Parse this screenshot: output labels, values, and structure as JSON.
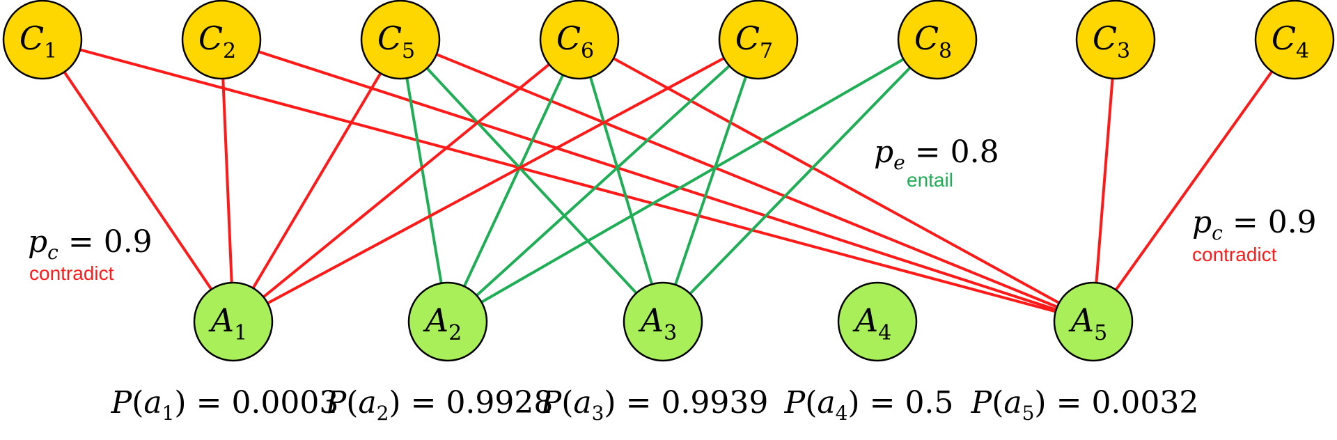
{
  "colors": {
    "claim_fill": "#ffd700",
    "answer_fill": "#a9ef5a",
    "contradict": "#ff1a1a",
    "entail": "#1fae55",
    "outline": "#000000"
  },
  "claims": [
    {
      "id": "C1",
      "letter": "C",
      "sub": "1"
    },
    {
      "id": "C2",
      "letter": "C",
      "sub": "2"
    },
    {
      "id": "C5",
      "letter": "C",
      "sub": "5"
    },
    {
      "id": "C6",
      "letter": "C",
      "sub": "6"
    },
    {
      "id": "C7",
      "letter": "C",
      "sub": "7"
    },
    {
      "id": "C8",
      "letter": "C",
      "sub": "8"
    },
    {
      "id": "C3",
      "letter": "C",
      "sub": "3"
    },
    {
      "id": "C4",
      "letter": "C",
      "sub": "4"
    }
  ],
  "answers": [
    {
      "id": "A1",
      "letter": "A",
      "sub": "1",
      "prob_func": "P",
      "prob_var": "a",
      "prob_value": "0.0003"
    },
    {
      "id": "A2",
      "letter": "A",
      "sub": "2",
      "prob_func": "P",
      "prob_var": "a",
      "prob_value": "0.9928"
    },
    {
      "id": "A3",
      "letter": "A",
      "sub": "3",
      "prob_func": "P",
      "prob_var": "a",
      "prob_value": "0.9939"
    },
    {
      "id": "A4",
      "letter": "A",
      "sub": "4",
      "prob_func": "P",
      "prob_var": "a",
      "prob_value": "0.5"
    },
    {
      "id": "A5",
      "letter": "A",
      "sub": "5",
      "prob_func": "P",
      "prob_var": "a",
      "prob_value": "0.0032"
    }
  ],
  "edges": [
    {
      "from": "C1",
      "to": "A1",
      "type": "contradict"
    },
    {
      "from": "C1",
      "to": "A5",
      "type": "contradict"
    },
    {
      "from": "C2",
      "to": "A1",
      "type": "contradict"
    },
    {
      "from": "C2",
      "to": "A5",
      "type": "contradict"
    },
    {
      "from": "C5",
      "to": "A1",
      "type": "contradict"
    },
    {
      "from": "C5",
      "to": "A2",
      "type": "entail"
    },
    {
      "from": "C5",
      "to": "A3",
      "type": "entail"
    },
    {
      "from": "C5",
      "to": "A5",
      "type": "contradict"
    },
    {
      "from": "C6",
      "to": "A1",
      "type": "contradict"
    },
    {
      "from": "C6",
      "to": "A2",
      "type": "entail"
    },
    {
      "from": "C6",
      "to": "A3",
      "type": "entail"
    },
    {
      "from": "C6",
      "to": "A5",
      "type": "contradict"
    },
    {
      "from": "C7",
      "to": "A1",
      "type": "contradict"
    },
    {
      "from": "C7",
      "to": "A2",
      "type": "entail"
    },
    {
      "from": "C7",
      "to": "A3",
      "type": "entail"
    },
    {
      "from": "C8",
      "to": "A2",
      "type": "entail"
    },
    {
      "from": "C8",
      "to": "A3",
      "type": "entail"
    },
    {
      "from": "C3",
      "to": "A5",
      "type": "contradict"
    },
    {
      "from": "C4",
      "to": "A5",
      "type": "contradict"
    }
  ],
  "annotations": {
    "left": {
      "symbol": "p",
      "sub": "c",
      "value": "0.9",
      "word": "contradict"
    },
    "middle": {
      "symbol": "p",
      "sub": "e",
      "value": "0.8",
      "word": "entail"
    },
    "right": {
      "symbol": "p",
      "sub": "c",
      "value": "0.9",
      "word": "contradict"
    }
  }
}
